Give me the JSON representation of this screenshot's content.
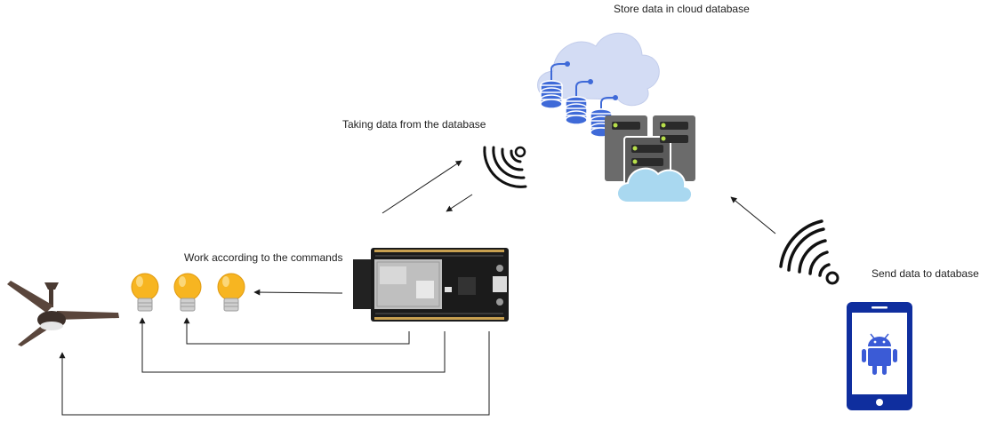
{
  "labels": {
    "cloud": "Store data in cloud database",
    "taking": "Taking data from the database",
    "work": "Work according to the commands",
    "send": "Send data to database"
  },
  "colors": {
    "cloud_fill": "#d3dcf4",
    "database_blue": "#3f6ad8",
    "server_gray": "#6b6b6b",
    "small_cloud": "#a9d8f0",
    "bulb_yellow": "#f7b521",
    "phone_blue": "#0f2e9e",
    "android_blue": "#3b5bd6",
    "board_black": "#1b1b1b",
    "module_silver": "#bfbfbf",
    "line": "#1a1a1a"
  },
  "icons": [
    "cloud-database-icon",
    "server-icon",
    "wifi-signal-icon",
    "smartphone-icon",
    "android-icon",
    "lightbulb-icon",
    "ceiling-fan-icon",
    "esp32-board-icon"
  ]
}
